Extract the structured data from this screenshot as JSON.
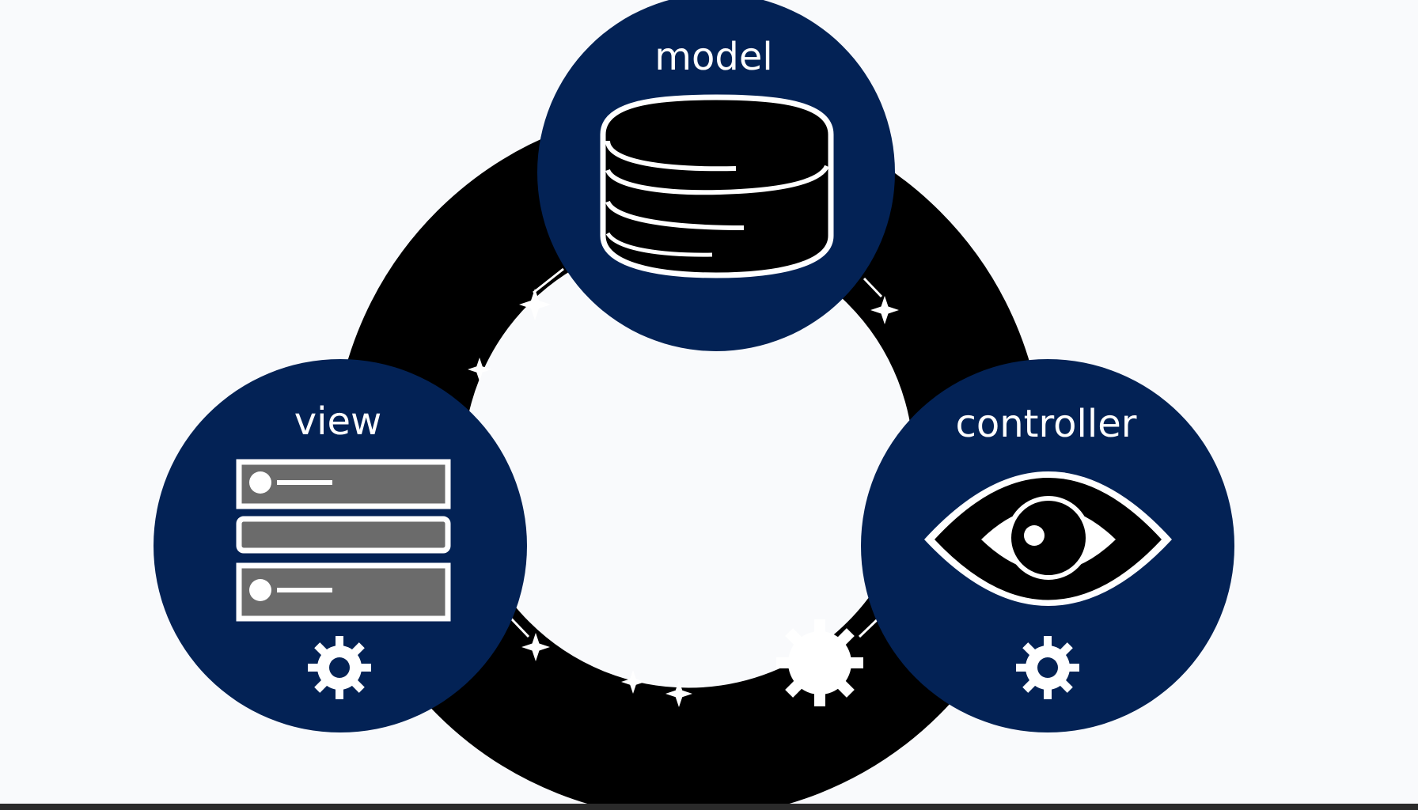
{
  "nodes": {
    "model": {
      "label": "model",
      "icon": "database-icon"
    },
    "view": {
      "label": "view",
      "icon": "list-view-icon"
    },
    "controller": {
      "label": "controller",
      "icon": "eye-icon"
    }
  },
  "colors": {
    "background": "#f9fafc",
    "node_fill": "#032255",
    "ring": "#000000",
    "icon_stroke": "#ffffff",
    "list_row": "#6b6b6b"
  }
}
